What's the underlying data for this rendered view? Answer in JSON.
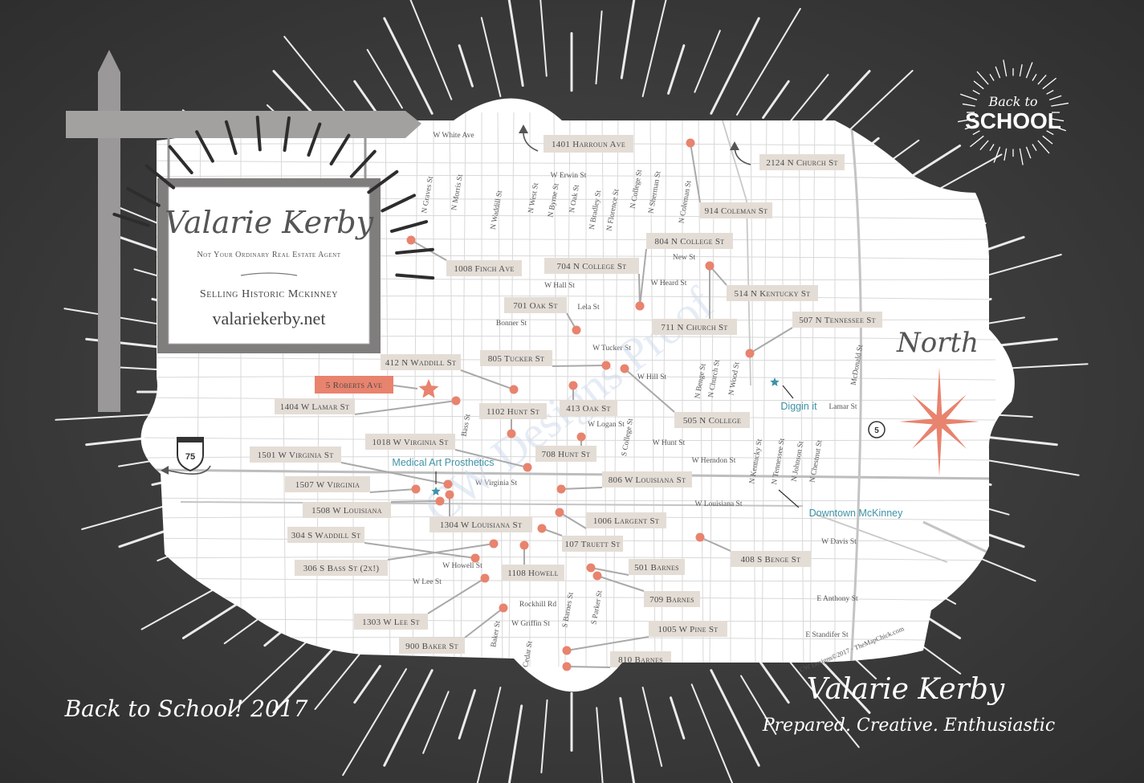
{
  "sign": {
    "name": "Valarie Kerby",
    "tagline": "Not Your Ordinary Real Estate Agent",
    "subtitle": "Selling Historic Mckinney",
    "website": "valariekerby.net"
  },
  "badge": {
    "line1": "Back to",
    "line2": "SCHOOL"
  },
  "compass": {
    "label": "North"
  },
  "footer": {
    "left": "Back to School! 2017",
    "right_name": "Valarie Kerby",
    "right_tagline": "Prepared. Creative. Enthusiastic",
    "credit": "CW Designs©2017 · TheMapChick.com",
    "watermark": "CW Designs Proof"
  },
  "highway": {
    "interstate": "75",
    "route": "5"
  },
  "places": [
    {
      "id": "1401-harroun",
      "label": "1401 Harroun Ave"
    },
    {
      "id": "2124-church",
      "label": "2124 N Church St"
    },
    {
      "id": "914-coleman",
      "label": "914 Coleman St"
    },
    {
      "id": "1008-finch",
      "label": "1008 Finch Ave"
    },
    {
      "id": "804-college",
      "label": "804 N College St"
    },
    {
      "id": "704-college",
      "label": "704 N College St"
    },
    {
      "id": "514-kentucky",
      "label": "514 N Kentucky St"
    },
    {
      "id": "701-oak",
      "label": "701 Oak St"
    },
    {
      "id": "711-church",
      "label": "711 N Church St"
    },
    {
      "id": "507-tennessee",
      "label": "507 N Tennessee St"
    },
    {
      "id": "805-tucker",
      "label": "805 Tucker St"
    },
    {
      "id": "412-waddill",
      "label": "412 N Waddill St"
    },
    {
      "id": "5-roberts",
      "label": "5 Roberts Ave"
    },
    {
      "id": "1404-lamar",
      "label": "1404 W Lamar St"
    },
    {
      "id": "1102-hunt",
      "label": "1102 Hunt St"
    },
    {
      "id": "413-oak",
      "label": "413 Oak St"
    },
    {
      "id": "505-college",
      "label": "505 N College"
    },
    {
      "id": "1018-virginia",
      "label": "1018 W Virginia St"
    },
    {
      "id": "708-hunt",
      "label": "708 Hunt St"
    },
    {
      "id": "1501-virginia",
      "label": "1501 W Virginia St"
    },
    {
      "id": "806-louisiana",
      "label": "806 W Louisiana St"
    },
    {
      "id": "1507-virginia",
      "label": "1507 W Virginia"
    },
    {
      "id": "1508-louisiana",
      "label": "1508 W Louisiana"
    },
    {
      "id": "1304-louisiana",
      "label": "1304 W Louisiana St"
    },
    {
      "id": "1006-largent",
      "label": "1006 Largent St"
    },
    {
      "id": "304-waddill",
      "label": "304 S Waddill St"
    },
    {
      "id": "107-truett",
      "label": "107 Truett St"
    },
    {
      "id": "408-benge",
      "label": "408 S Benge St"
    },
    {
      "id": "306-bass",
      "label": "306 S Bass St (2x!)"
    },
    {
      "id": "1108-howell",
      "label": "1108 Howell"
    },
    {
      "id": "501-barnes",
      "label": "501 Barnes"
    },
    {
      "id": "709-barnes",
      "label": "709 Barnes"
    },
    {
      "id": "1303-lee",
      "label": "1303 W Lee St"
    },
    {
      "id": "1005-pine",
      "label": "1005 W Pine St"
    },
    {
      "id": "900-baker",
      "label": "900 Baker St"
    },
    {
      "id": "810-barnes",
      "label": "810 Barnes"
    }
  ],
  "pois": [
    {
      "id": "diggin",
      "label": "Diggin it"
    },
    {
      "id": "medical",
      "label": "Medical Art Prosthetics"
    },
    {
      "id": "downtown",
      "label": "Downtown McKinney"
    }
  ],
  "streets": [
    "W White Ave",
    "W Erwin St",
    "N Graves St",
    "N Morris St",
    "N Waddill St",
    "N West St",
    "N Byrne St",
    "N Oak St",
    "N Bradley St",
    "N Florence St",
    "N College St",
    "N Sherman St",
    "N Coleman St",
    "New St",
    "W Hall St",
    "W Heard St",
    "Lela St",
    "Bonner St",
    "W Tucker St",
    "W Hill St",
    "N Benge St",
    "N Church St",
    "N Wood St",
    "Lamar St",
    "McDonald St",
    "W Logan St",
    "Bass St",
    "S College St",
    "W Hunt St",
    "W Herndon St",
    "N Kentucky St",
    "N Tennessee St",
    "N Johnson St",
    "N Chestnut St",
    "W Virginia St",
    "W Louisiana St",
    "W Davis St",
    "W Howell St",
    "W Lee St",
    "Rockhill Rd",
    "S Barnes St",
    "S Parker St",
    "W Griffin St",
    "Baker St",
    "Cedar St",
    "E Anthony St",
    "E Standifer St"
  ],
  "colors": {
    "marker": "#e8836e",
    "poi": "#3f93a6",
    "board": "#9a9898",
    "label_bg": "#e4ddd6",
    "chalk": "#3b3b3b"
  }
}
